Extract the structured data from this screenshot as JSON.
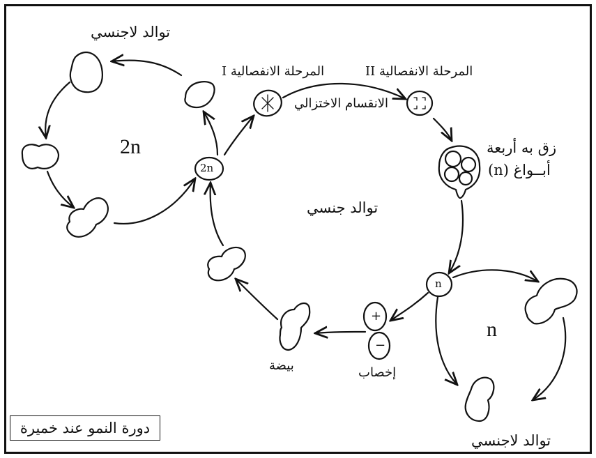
{
  "title": "دورة النمو عند خميرة",
  "labels": {
    "asexual_top": "توالد لاجنسي",
    "asexual_bottom": "توالد لاجنسي",
    "sexual": "توالد جنسي",
    "diploid_cycle": "2n",
    "haploid_cycle": "n",
    "zygote_cell": "2n",
    "spore_cell": "n",
    "meiosis_phase_1": "المرحلة الانفصالية I",
    "meiosis_phase_2": "المرحلة الانفصالية II",
    "meiosis": "الانقسام الاختزالي",
    "ascus_line1": "زق به أربعة",
    "ascus_line2": "أبــواغ (n)",
    "fertilization": "إخصاب",
    "egg": "بيضة",
    "plus_sign": "+",
    "minus_sign": "−"
  }
}
